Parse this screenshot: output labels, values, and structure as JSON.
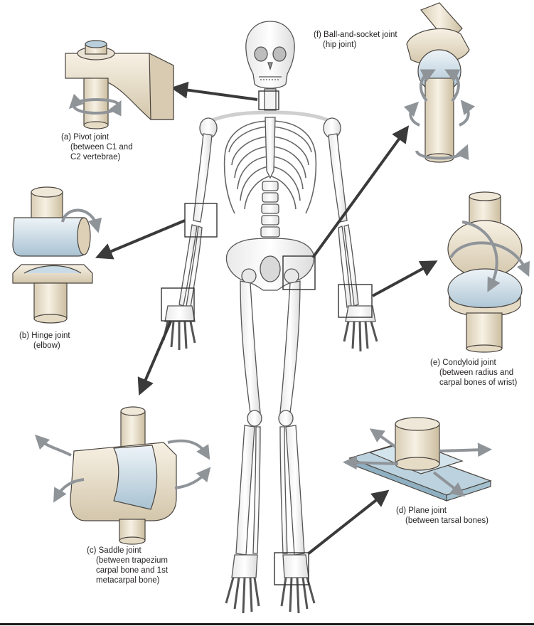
{
  "joints": {
    "pivot": {
      "name": "(a) Pivot joint",
      "detail": [
        "(between C1 and",
        "C2 vertebrae)"
      ]
    },
    "hinge": {
      "name": "(b) Hinge joint",
      "detail": [
        "(elbow)"
      ]
    },
    "saddle": {
      "name": "(c) Saddle joint",
      "detail": [
        "(between trapezium",
        "carpal bone and 1st",
        "metacarpal bone)"
      ]
    },
    "plane": {
      "name": "(d) Plane joint",
      "detail": [
        "(between tarsal bones)"
      ]
    },
    "condyloid": {
      "name": "(e) Condyloid joint",
      "detail": [
        "(between radius and",
        "carpal bones of wrist)"
      ]
    },
    "ball": {
      "name": "(f) Ball-and-socket joint",
      "detail": [
        "(hip joint)"
      ]
    }
  },
  "colors": {
    "bone": "#f3ecdd",
    "bone_shadow": "#d9ccb4",
    "cartilage": "#c9dbe6",
    "outline": "#4a4540",
    "arrow": "#3a3a3a",
    "motion_arrow": "#8f9499",
    "plate": "#b3ccd9"
  }
}
